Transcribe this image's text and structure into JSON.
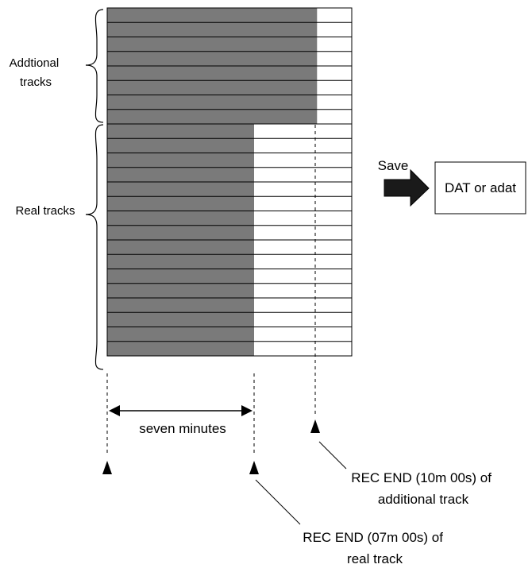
{
  "labels": {
    "additional_tracks": [
      "Addtional",
      "tracks"
    ],
    "real_tracks": "Real tracks",
    "save": "Save",
    "destination": "DAT or adat",
    "duration": "seven minutes",
    "rec_end_additional": [
      "REC END (10m 00s) of",
      "additional track"
    ],
    "rec_end_real": [
      "REC END (07m 00s) of",
      "real track"
    ]
  },
  "tracks": {
    "additional_count": 8,
    "real_count": 16,
    "additional_recorded_minutes": 10,
    "real_recorded_minutes": 7
  },
  "colors": {
    "recorded_fill": "#7a7a7a",
    "empty_fill": "#ffffff",
    "line": "#000000"
  }
}
